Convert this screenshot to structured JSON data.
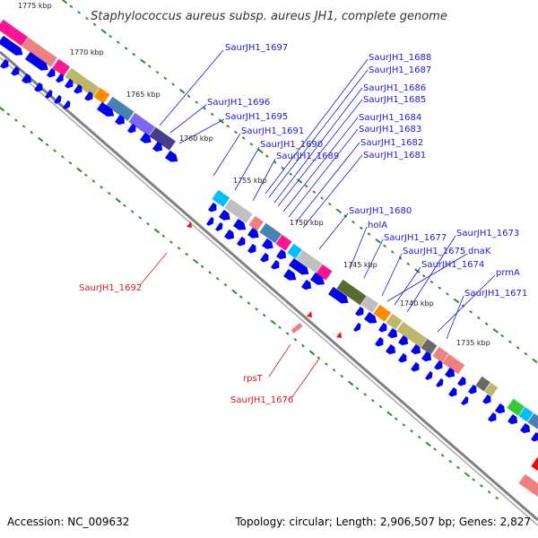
{
  "title": "Staphylococcus aureus subsp. aureus JH1, complete genome",
  "footer": {
    "accession": "Accession: NC_009632",
    "summary": "Topology: circular; Length: 2,906,507 bp; Genes: 2,827"
  },
  "kbp_labels": [
    "1775 kbp",
    "1770 kbp",
    "1765 kbp",
    "1760 kbp",
    "1755 kbp",
    "1750 kbp",
    "1745 kbp",
    "1740 kbp",
    "1735 kbp"
  ],
  "forward_genes": [
    "SaurJH1_1697",
    "SaurJH1_1696",
    "SaurJH1_1695",
    "SaurJH1_1691",
    "SaurJH1_1690",
    "SaurJH1_1689",
    "SaurJH1_1688",
    "SaurJH1_1687",
    "SaurJH1_1686",
    "SaurJH1_1685",
    "SaurJH1_1684",
    "SaurJH1_1683",
    "SaurJH1_1682",
    "SaurJH1_1681",
    "SaurJH1_1680",
    "holA",
    "SaurJH1_1677",
    "SaurJH1_1675",
    "dnaK",
    "SaurJH1_1674",
    "SaurJH1_1673",
    "prmA",
    "SaurJH1_1671"
  ],
  "reverse_genes": [
    "SaurJH1_1692",
    "rpsT",
    "SaurJH1_1676"
  ],
  "colors": {
    "cds": "#0000ee",
    "backbone": "#808080",
    "forward_label": "#1a1ad6",
    "reverse_label": "#cc2020",
    "tick": "#2e8b2e",
    "cog_palette": [
      "#ff1493",
      "#f08080",
      "#bdb76b",
      "#ff8c00",
      "#4682b4",
      "#7b68ee",
      "#483d8b",
      "#00bfff",
      "#c0c0c0",
      "#556b2f",
      "#696969",
      "#32cd32",
      "#ff0000"
    ]
  }
}
